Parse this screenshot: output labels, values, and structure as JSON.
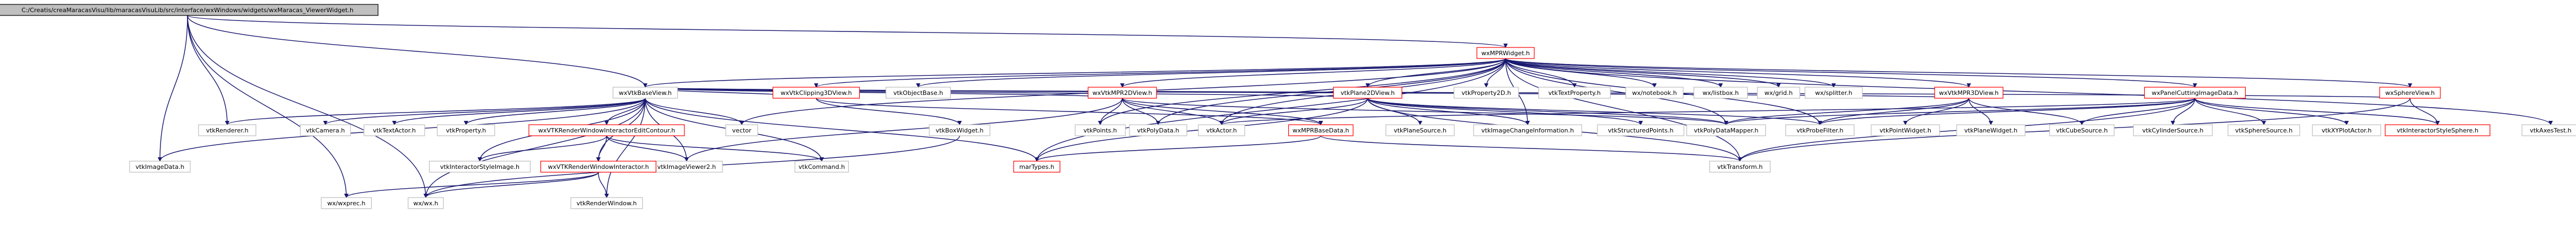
{
  "diagram": {
    "colors": {
      "root_fill": "#bfbfbf",
      "node_fill": "#ffffff",
      "documented_border": "#bfbfbf",
      "undocumented_border": "#ff0000",
      "edge": "#191970"
    },
    "nodes": [
      {
        "id": "root",
        "label": "C:/Creatis/creaMaracasVisu/lib/maracasVisuLib/src/interface/wxWindows/widgets/wxMaracas_ViewerWidget.h",
        "kind": "root"
      },
      {
        "id": "wxMPRWidget",
        "label": "wxMPRWidget.h",
        "kind": "undocumented"
      },
      {
        "id": "wxVtkBaseView",
        "label": "wxVtkBaseView.h",
        "kind": "documented"
      },
      {
        "id": "wxVtkClipping3DView",
        "label": "wxVtkClipping3DView.h",
        "kind": "undocumented"
      },
      {
        "id": "vtkObjectBase",
        "label": "vtkObjectBase.h",
        "kind": "documented"
      },
      {
        "id": "wxVtkMPR2DView",
        "label": "wxVtkMPR2DView.h",
        "kind": "undocumented"
      },
      {
        "id": "vtkPlane2DView",
        "label": "vtkPlane2DView.h",
        "kind": "undocumented"
      },
      {
        "id": "vtkProperty2D",
        "label": "vtkProperty2D.h",
        "kind": "documented"
      },
      {
        "id": "vtkTextProperty",
        "label": "vtkTextProperty.h",
        "kind": "documented"
      },
      {
        "id": "wxnotebook",
        "label": "wx/notebook.h",
        "kind": "documented"
      },
      {
        "id": "wxlistbox",
        "label": "wx/listbox.h",
        "kind": "documented"
      },
      {
        "id": "wxgrid",
        "label": "wx/grid.h",
        "kind": "documented"
      },
      {
        "id": "wxsplitter",
        "label": "wx/splitter.h",
        "kind": "documented"
      },
      {
        "id": "wxVtkMPR3DView",
        "label": "wxVtkMPR3DView.h",
        "kind": "undocumented"
      },
      {
        "id": "wxPanelCuttingImageData",
        "label": "wxPanelCuttingImageData.h",
        "kind": "undocumented"
      },
      {
        "id": "wxSphereView",
        "label": "wxSphereView.h",
        "kind": "undocumented"
      },
      {
        "id": "vtkRenderer",
        "label": "vtkRenderer.h",
        "kind": "documented"
      },
      {
        "id": "vtkCamera",
        "label": "vtkCamera.h",
        "kind": "documented"
      },
      {
        "id": "vtkTextActor",
        "label": "vtkTextActor.h",
        "kind": "documented"
      },
      {
        "id": "vtkProperty",
        "label": "vtkProperty.h",
        "kind": "documented"
      },
      {
        "id": "wxVTKRenderWindowInteractorEditContour",
        "label": "wxVTKRenderWindowInteractorEditContour.h",
        "kind": "undocumented"
      },
      {
        "id": "vector",
        "label": "vector",
        "kind": "documented"
      },
      {
        "id": "vtkBoxWidget",
        "label": "vtkBoxWidget.h",
        "kind": "documented"
      },
      {
        "id": "vtkPoints",
        "label": "vtkPoints.h",
        "kind": "documented"
      },
      {
        "id": "vtkPolyData",
        "label": "vtkPolyData.h",
        "kind": "documented"
      },
      {
        "id": "vtkActor",
        "label": "vtkActor.h",
        "kind": "documented"
      },
      {
        "id": "wxMPRBaseData",
        "label": "wxMPRBaseData.h",
        "kind": "undocumented"
      },
      {
        "id": "vtkPlaneSource",
        "label": "vtkPlaneSource.h",
        "kind": "documented"
      },
      {
        "id": "vtkImageChangeInformation",
        "label": "vtkImageChangeInformation.h",
        "kind": "documented"
      },
      {
        "id": "vtkStructuredPoints",
        "label": "vtkStructuredPoints.h",
        "kind": "documented"
      },
      {
        "id": "vtkPolyDataMapper",
        "label": "vtkPolyDataMapper.h",
        "kind": "documented"
      },
      {
        "id": "vtkProbeFilter",
        "label": "vtkProbeFilter.h",
        "kind": "documented"
      },
      {
        "id": "vtkPointWidget",
        "label": "vtkPointWidget.h",
        "kind": "documented"
      },
      {
        "id": "vtkPlaneWidget",
        "label": "vtkPlaneWidget.h",
        "kind": "documented"
      },
      {
        "id": "vtkCubeSource",
        "label": "vtkCubeSource.h",
        "kind": "documented"
      },
      {
        "id": "vtkCylinderSource",
        "label": "vtkCylinderSource.h",
        "kind": "documented"
      },
      {
        "id": "vtkSphereSource",
        "label": "vtkSphereSource.h",
        "kind": "documented"
      },
      {
        "id": "vtkXYPlotActor",
        "label": "vtkXYPlotActor.h",
        "kind": "documented"
      },
      {
        "id": "vtkInteractorStyleSphere",
        "label": "vtkInteractorStyleSphere.h",
        "kind": "undocumented"
      },
      {
        "id": "vtkImageData",
        "label": "vtkImageData.h",
        "kind": "documented"
      },
      {
        "id": "vtkInteractorStyleImage",
        "label": "vtkInteractorStyleImage.h",
        "kind": "documented"
      },
      {
        "id": "vtkImageViewer2",
        "label": "vtkImageViewer2.h",
        "kind": "documented"
      },
      {
        "id": "vtkCommand",
        "label": "vtkCommand.h",
        "kind": "documented"
      },
      {
        "id": "marTypes",
        "label": "marTypes.h",
        "kind": "undocumented"
      },
      {
        "id": "wxVTKRenderWindowInteractor",
        "label": "wxVTKRenderWindowInteractor.h",
        "kind": "undocumented"
      },
      {
        "id": "vtkTransform",
        "label": "vtkTransform.h",
        "kind": "documented"
      },
      {
        "id": "vtkRenderWindow",
        "label": "vtkRenderWindow.h",
        "kind": "documented"
      },
      {
        "id": "wxwxprec",
        "label": "wx/wxprec.h",
        "kind": "documented"
      },
      {
        "id": "wxwx",
        "label": "wx/wx.h",
        "kind": "documented"
      },
      {
        "id": "vtkAxesTest",
        "label": "vtkAxesTest.h",
        "kind": "documented"
      }
    ],
    "edges": [
      [
        "root",
        "wxMPRWidget"
      ],
      [
        "root",
        "wxVtkBaseView"
      ],
      [
        "root",
        "vtkRenderer"
      ],
      [
        "root",
        "vtkImageData"
      ],
      [
        "root",
        "wxwxprec"
      ],
      [
        "root",
        "wxwx"
      ],
      [
        "wxMPRWidget",
        "wxVtkBaseView"
      ],
      [
        "wxMPRWidget",
        "wxVtkClipping3DView"
      ],
      [
        "wxMPRWidget",
        "vtkObjectBase"
      ],
      [
        "wxMPRWidget",
        "wxVtkMPR2DView"
      ],
      [
        "wxMPRWidget",
        "vtkPlane2DView"
      ],
      [
        "wxMPRWidget",
        "vtkProperty2D"
      ],
      [
        "wxMPRWidget",
        "vtkTextProperty"
      ],
      [
        "wxMPRWidget",
        "wxnotebook"
      ],
      [
        "wxMPRWidget",
        "wxlistbox"
      ],
      [
        "wxMPRWidget",
        "wxgrid"
      ],
      [
        "wxMPRWidget",
        "wxsplitter"
      ],
      [
        "wxMPRWidget",
        "wxVtkMPR3DView"
      ],
      [
        "wxMPRWidget",
        "wxPanelCuttingImageData"
      ],
      [
        "wxMPRWidget",
        "wxSphereView"
      ],
      [
        "wxMPRWidget",
        "vtkAxesTest"
      ],
      [
        "wxMPRWidget",
        "vtkActor"
      ],
      [
        "wxMPRWidget",
        "vtkPoints"
      ],
      [
        "wxMPRWidget",
        "vtkPolyData"
      ],
      [
        "wxMPRWidget",
        "vector"
      ],
      [
        "wxMPRWidget",
        "marTypes"
      ],
      [
        "wxMPRWidget",
        "vtkProbeFilter"
      ],
      [
        "wxMPRWidget",
        "vtkPolyDataMapper"
      ],
      [
        "wxMPRWidget",
        "vtkTransform"
      ],
      [
        "wxMPRWidget",
        "vtkImageChangeInformation"
      ],
      [
        "wxVtkBaseView",
        "vtkRenderer"
      ],
      [
        "wxVtkBaseView",
        "vtkCamera"
      ],
      [
        "wxVtkBaseView",
        "vtkTextActor"
      ],
      [
        "wxVtkBaseView",
        "vtkProperty"
      ],
      [
        "wxVtkBaseView",
        "wxVTKRenderWindowInteractorEditContour"
      ],
      [
        "wxVtkBaseView",
        "vector"
      ],
      [
        "wxVtkBaseView",
        "vtkImageViewer2"
      ],
      [
        "wxVtkBaseView",
        "wxVTKRenderWindowInteractor"
      ],
      [
        "wxVtkBaseView",
        "wxwx"
      ],
      [
        "wxVtkBaseView",
        "marTypes"
      ],
      [
        "wxVtkBaseView",
        "vtkImageData"
      ],
      [
        "wxVtkBaseView",
        "vtkInteractorStyleImage"
      ],
      [
        "wxVtkBaseView",
        "vtkCommand"
      ],
      [
        "wxVtkBaseView",
        "vtkRenderWindow"
      ],
      [
        "wxVTKRenderWindowInteractorEditContour",
        "vtkInteractorStyleImage"
      ],
      [
        "wxVTKRenderWindowInteractorEditContour",
        "vtkImageViewer2"
      ],
      [
        "wxVTKRenderWindowInteractorEditContour",
        "wxVTKRenderWindowInteractor"
      ],
      [
        "wxVTKRenderWindowInteractorEditContour",
        "vtkCommand"
      ],
      [
        "wxVTKRenderWindowInteractor",
        "wxwxprec"
      ],
      [
        "wxVTKRenderWindowInteractor",
        "wxwx"
      ],
      [
        "wxVTKRenderWindowInteractor",
        "vtkRenderWindow"
      ],
      [
        "wxVtkClipping3DView",
        "wxVtkBaseView"
      ],
      [
        "wxVtkClipping3DView",
        "vtkBoxWidget"
      ],
      [
        "wxVtkClipping3DView",
        "wxMPRBaseData"
      ],
      [
        "wxVtkMPR2DView",
        "wxVtkBaseView"
      ],
      [
        "wxVtkMPR2DView",
        "vtkPoints"
      ],
      [
        "wxVtkMPR2DView",
        "vtkPolyData"
      ],
      [
        "wxVtkMPR2DView",
        "vtkActor"
      ],
      [
        "wxVtkMPR2DView",
        "wxMPRBaseData"
      ],
      [
        "wxVtkMPR2DView",
        "vtkPolyDataMapper"
      ],
      [
        "wxVtkMPR2DView",
        "vtkImageViewer2"
      ],
      [
        "vtkPlane2DView",
        "wxVtkBaseView"
      ],
      [
        "vtkPlane2DView",
        "vtkPlaneSource"
      ],
      [
        "vtkPlane2DView",
        "vtkImageChangeInformation"
      ],
      [
        "vtkPlane2DView",
        "vtkStructuredPoints"
      ],
      [
        "vtkPlane2DView",
        "vtkPolyDataMapper"
      ],
      [
        "vtkPlane2DView",
        "vtkProbeFilter"
      ],
      [
        "vtkPlane2DView",
        "vtkActor"
      ],
      [
        "vtkPlane2DView",
        "vtkTransform"
      ],
      [
        "vtkPlane2DView",
        "marTypes"
      ],
      [
        "wxVtkMPR3DView",
        "wxVtkBaseView"
      ],
      [
        "wxVtkMPR3DView",
        "vtkPointWidget"
      ],
      [
        "wxVtkMPR3DView",
        "vtkPlaneWidget"
      ],
      [
        "wxVtkMPR3DView",
        "vtkProbeFilter"
      ],
      [
        "wxVtkMPR3DView",
        "vtkPolyDataMapper"
      ],
      [
        "wxVtkMPR3DView",
        "vtkCubeSource"
      ],
      [
        "wxPanelCuttingImageData",
        "vtkCubeSource"
      ],
      [
        "wxPanelCuttingImageData",
        "vtkCylinderSource"
      ],
      [
        "wxPanelCuttingImageData",
        "vtkSphereSource"
      ],
      [
        "wxPanelCuttingImageData",
        "vtkXYPlotActor"
      ],
      [
        "wxPanelCuttingImageData",
        "vtkProbeFilter"
      ],
      [
        "wxPanelCuttingImageData",
        "vtkPolyDataMapper"
      ],
      [
        "wxPanelCuttingImageData",
        "vtkTransform"
      ],
      [
        "wxPanelCuttingImageData",
        "vtkInteractorStyleSphere"
      ],
      [
        "wxPanelCuttingImageData",
        "vtkActor"
      ],
      [
        "wxSphereView",
        "vtkInteractorStyleSphere"
      ],
      [
        "wxSphereView",
        "vtkTransform"
      ],
      [
        "wxSphereView",
        "wxVtkBaseView"
      ],
      [
        "wxMPRBaseData",
        "vtkTransform"
      ],
      [
        "wxMPRBaseData",
        "marTypes"
      ],
      [
        "vtkBoxWidget",
        "wxwx"
      ]
    ]
  }
}
